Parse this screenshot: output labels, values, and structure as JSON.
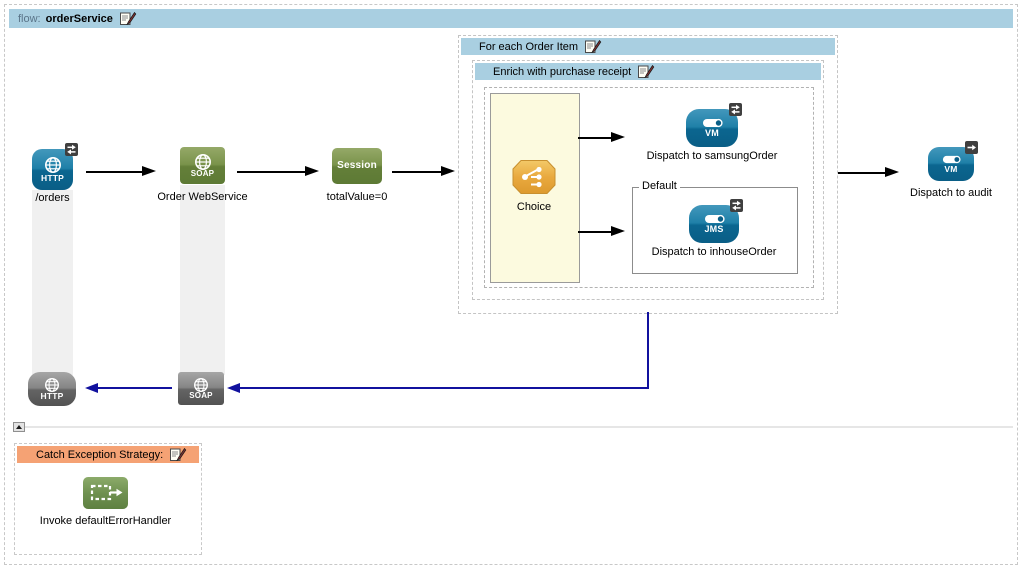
{
  "flow": {
    "label_prefix": "flow:",
    "name": "orderService"
  },
  "scopes": {
    "foreach": {
      "title": "For each Order Item"
    },
    "enrich": {
      "title": "Enrich with purchase receipt"
    },
    "default_branch": {
      "title": "Default"
    },
    "catch_exception": {
      "title": "Catch Exception Strategy:"
    }
  },
  "nodes": {
    "http_inbound": {
      "label": "/orders",
      "icon_text": "HTTP"
    },
    "soap": {
      "label": "Order WebService",
      "icon_text": "SOAP"
    },
    "session": {
      "label": "totalValue=0",
      "icon_text": "Session"
    },
    "choice": {
      "label": "Choice"
    },
    "vm_samsung": {
      "label": "Dispatch to samsungOrder",
      "icon_text": "VM"
    },
    "jms_inhouse": {
      "label": "Dispatch to inhouseOrder",
      "icon_text": "JMS"
    },
    "vm_audit": {
      "label": "Dispatch to audit",
      "icon_text": "VM"
    },
    "soap_response": {
      "icon_text": "SOAP"
    },
    "http_response": {
      "icon_text": "HTTP"
    },
    "invoke": {
      "label": "Invoke defaultErrorHandler"
    }
  },
  "colors": {
    "scope_header_bg": "#a9cfe1",
    "exception_header_bg": "#f5a274",
    "connector_blue": "#11119e",
    "endpoint_blue": "#1579a4",
    "soap_green": "#6d8a42",
    "choice_orange": "#e9a63c",
    "invoke_green": "#6f9150",
    "response_gray": "#6e6e6e",
    "lane_bg": "#f0f0f0",
    "choice_container_bg": "#fcfadf"
  }
}
